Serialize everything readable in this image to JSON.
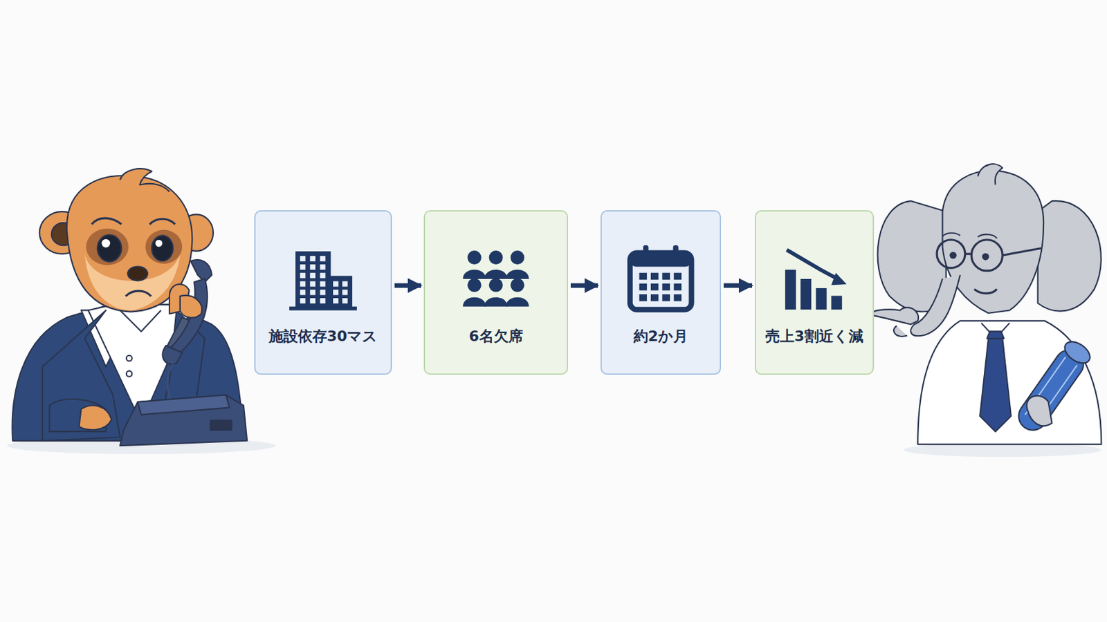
{
  "diagram": {
    "nodes": [
      {
        "text": [
          "施設依存30マス"
        ]
      },
      {
        "text": [
          "6名欠席"
        ]
      },
      {
        "text": [
          "約2か月"
        ]
      },
      {
        "text": [
          "売上3割近く減"
        ]
      }
    ],
    "edges": [
      {
        "from": 0,
        "to": 1,
        "arrow": "to"
      },
      {
        "from": 1,
        "to": 2,
        "arrow": "to"
      },
      {
        "from": 2,
        "to": 3,
        "arrow": "to"
      }
    ]
  }
}
